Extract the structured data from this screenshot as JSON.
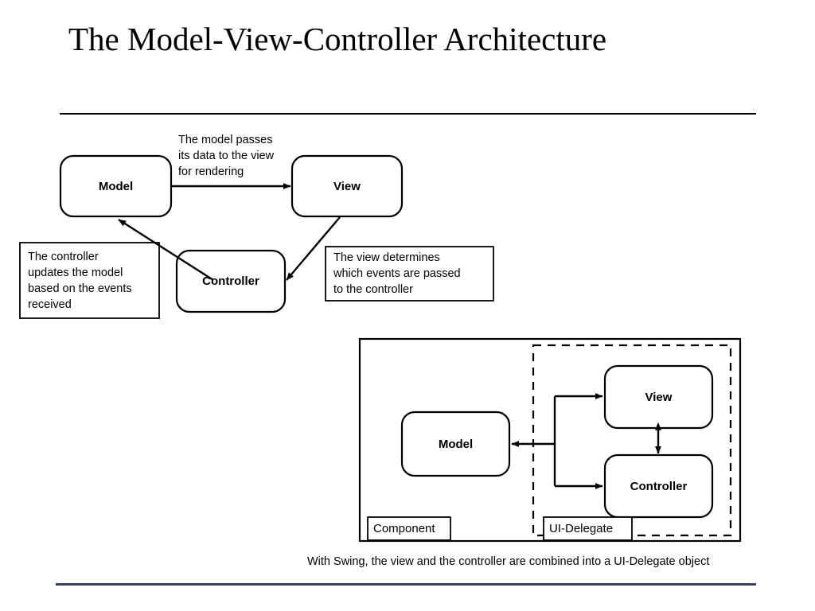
{
  "slide": {
    "title": "The Model-View-Controller Architecture",
    "caption": "With Swing, the view and the controller are combined into a UI-Delegate object",
    "rule_color": "#000000",
    "footer_rule_color": "#3b4257"
  },
  "top_diagram": {
    "nodes": {
      "model": "Model",
      "view": "View",
      "controller": "Controller"
    },
    "annotations": {
      "model_to_view": "The model passes\nits data to the view\nfor rendering",
      "model_to_view_lines": [
        "The model passes",
        "its data to the view",
        "for rendering"
      ],
      "controller_to_model_lines": [
        "The controller",
        "updates the model",
        "based on the events",
        "received"
      ],
      "view_to_controller_lines": [
        "The view determines",
        "which events are passed",
        "to the controller"
      ]
    }
  },
  "bottom_diagram": {
    "nodes": {
      "model": "Model",
      "view": "View",
      "controller": "Controller"
    },
    "tags": {
      "component": "Component",
      "ui_delegate": "UI-Delegate"
    }
  }
}
